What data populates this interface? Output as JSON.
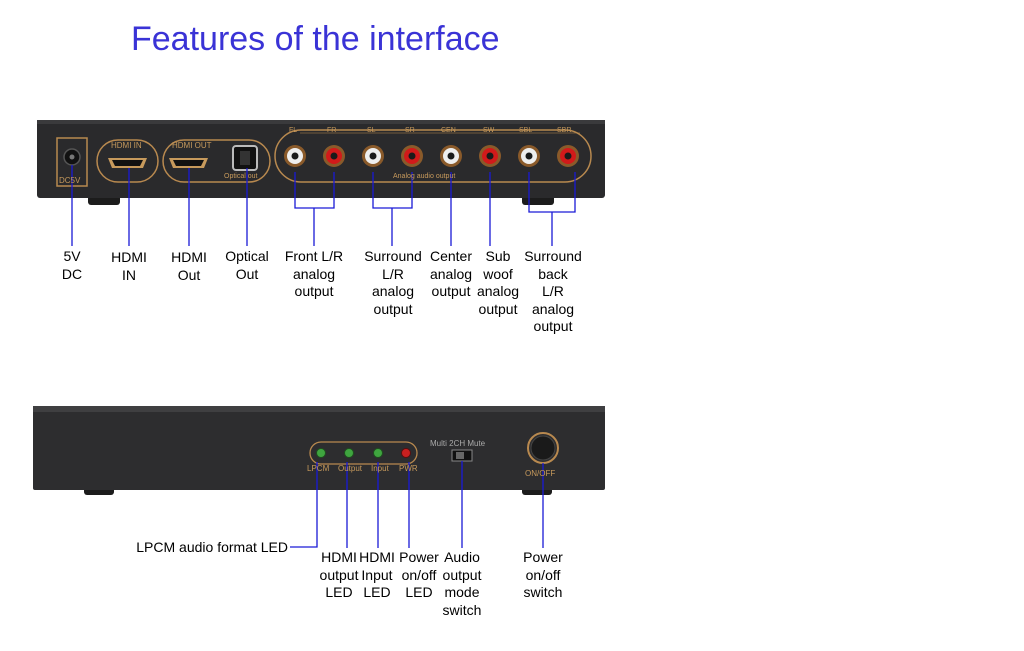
{
  "title": "Features of the interface",
  "colors": {
    "title": "#3a33d6",
    "leader_line": "#1a1ad6",
    "panel_trim": "#b8894f",
    "device_body": "#2a2a2c",
    "led_green": "#3fa53f",
    "led_red": "#c82020",
    "rca_white": "#eeeeee",
    "rca_red": "#d11a1a"
  },
  "rear_panel": {
    "silk": {
      "dc": "DC5V",
      "hdmi_in": "HDMI IN",
      "hdmi_out": "HDMI OUT",
      "optical": "Optical out",
      "channels": [
        "FL",
        "FR",
        "SL",
        "SR",
        "CEN",
        "SW",
        "SBL",
        "SBR"
      ],
      "analog": "Analog audio output"
    },
    "labels": {
      "dc": "5V\nDC",
      "hdmi_in": "HDMI\nIN",
      "hdmi_out": "HDMI\nOut",
      "optical": "Optical\nOut",
      "front": "Front L/R\nanalog\noutput",
      "surround": "Surround\nL/R\nanalog\noutput",
      "center": "Center\nanalog\noutput",
      "sub": "Sub\nwoof\nanalog\noutput",
      "surround_back": "Surround\nback\nL/R\nanalog\noutput"
    }
  },
  "front_panel": {
    "silk": {
      "leds": [
        "LPCM",
        "Output",
        "Input",
        "PWR"
      ],
      "switch": "Multi 2CH Mute",
      "power": "ON/OFF"
    },
    "labels": {
      "lpcm": "LPCM audio format LED",
      "hdmi_output": "HDMI\noutput\nLED",
      "hdmi_input": "HDMI\nInput\nLED",
      "power_led": "Power\non/off\nLED",
      "mode_switch": "Audio\noutput\nmode\nswitch",
      "power_switch": "Power\non/off\nswitch"
    }
  }
}
